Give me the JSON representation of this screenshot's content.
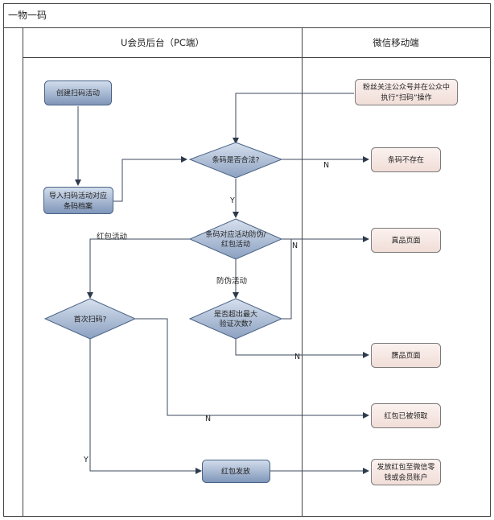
{
  "title": "一物一码",
  "lanes": {
    "left": "U会员后台（PC端）",
    "right": "微信移动端"
  },
  "nodes": {
    "create": [
      "创建扫码活动"
    ],
    "import": [
      "导入扫码活动对应",
      "条码档案"
    ],
    "legal": [
      "条码是否合法?"
    ],
    "match": [
      "条码对应活动防伪/",
      "红包活动"
    ],
    "exceed": [
      "是否超出最大",
      "验证次数?"
    ],
    "first": [
      "首次扫码?"
    ],
    "hongbao": [
      "红包发放"
    ],
    "fan": [
      "粉丝关注公众号并在公众中",
      "执行“扫码”操作"
    ],
    "notexist": [
      "条码不存在"
    ],
    "real": [
      "真品页面"
    ],
    "fake": [
      "赝品页面"
    ],
    "claimed": [
      "红包已被领取"
    ],
    "send": [
      "发放红包至微信零",
      "钱或会员账户"
    ]
  },
  "edges": {
    "legal_no": "N",
    "legal_yes": "Y",
    "hongbao_activity": "红包活动",
    "anti_fake": "防伪活动",
    "exceed_no": "N",
    "exceed_yes": "N",
    "first_no": "N",
    "first_yes": "Y"
  },
  "colors": {
    "process_fill_top": "#c9d6e8",
    "process_fill_bottom": "#7f97ba",
    "process_stroke": "#4a6286",
    "terminal_fill": "#f7e9e5",
    "terminal_stroke": "#7a7a7a",
    "line": "#3d4a5c"
  }
}
